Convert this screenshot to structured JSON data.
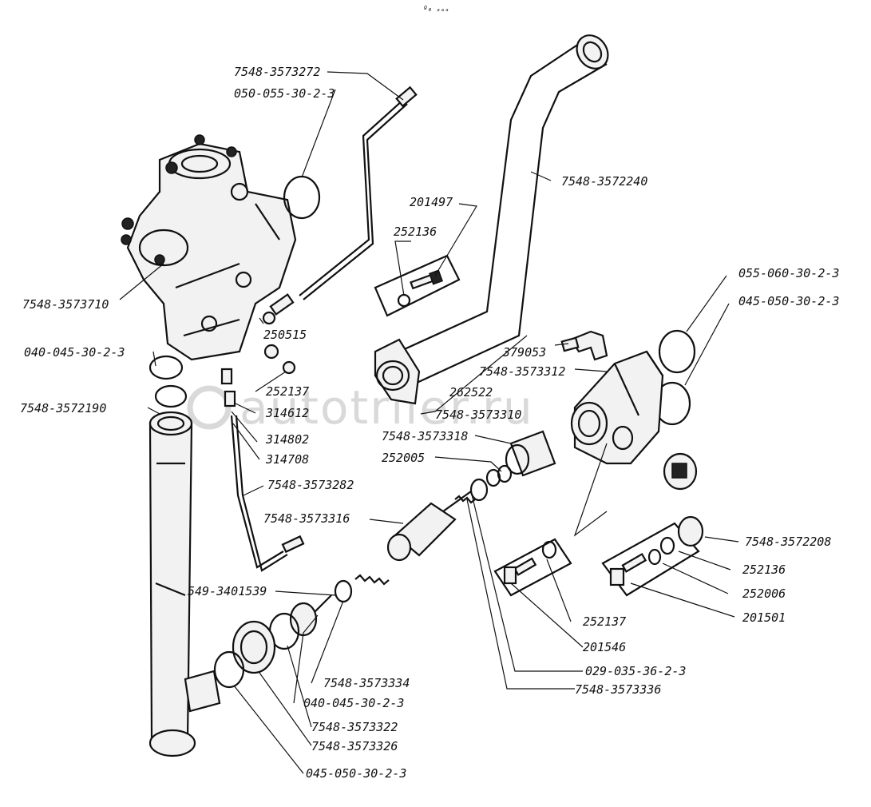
{
  "header_mark": "º₀ ₐₐₐ",
  "watermark": "autotriler.ru",
  "labels": {
    "l_7548_3573272": "7548-3573272",
    "l_050_055_30_2_3": "050-055-30-2-3",
    "l_7548_3572240": "7548-3572240",
    "l_201497": "201497",
    "l_252136_a": "252136",
    "l_055_060_30_2_3": "055-060-30-2-3",
    "l_045_050_30_2_3_a": "045-050-30-2-3",
    "l_7548_3573710": "7548-3573710",
    "l_250515": "250515",
    "l_040_045_30_2_3_a": "040-045-30-2-3",
    "l_379053": "379053",
    "l_7548_3573312": "7548-3573312",
    "l_262522": "262522",
    "l_252137_a": "252137",
    "l_314612": "314612",
    "l_7548_3573310": "7548-3573310",
    "l_7548_3572190": "7548-3572190",
    "l_314802": "314802",
    "l_7548_3573318": "7548-3573318",
    "l_314708": "314708",
    "l_252005": "252005",
    "l_7548_3573282": "7548-3573282",
    "l_7548_3573316": "7548-3573316",
    "l_7548_3572208": "7548-3572208",
    "l_252136_b": "252136",
    "l_252006": "252006",
    "l_549_3401539": "549-3401539",
    "l_201501": "201501",
    "l_252137_b": "252137",
    "l_201546": "201546",
    "l_029_035_36_2_3": "029-035-36-2-3",
    "l_7548_3573334": "7548-3573334",
    "l_7548_3573336": "7548-3573336",
    "l_040_045_30_2_3_b": "040-045-30-2-3",
    "l_7548_3573322": "7548-3573322",
    "l_7548_3573326": "7548-3573326",
    "l_045_050_30_2_3_b": "045-050-30-2-3"
  }
}
